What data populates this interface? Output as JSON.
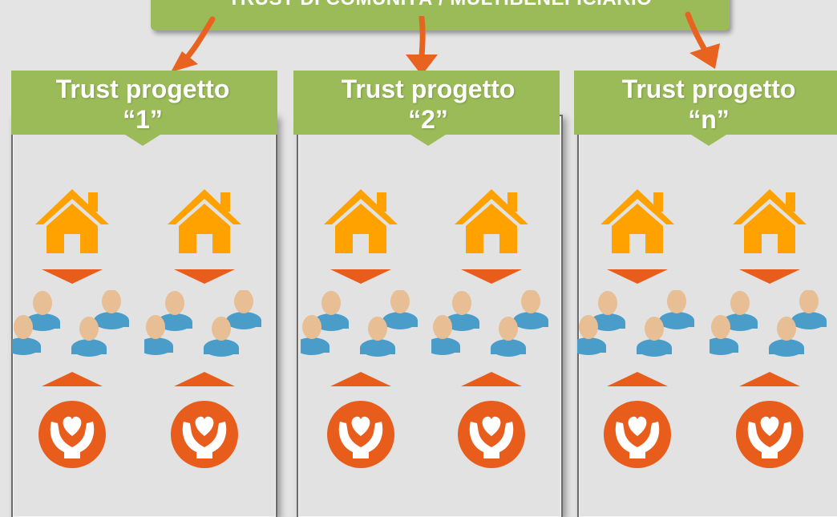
{
  "header": {
    "title": "TRUST DI COMUNITÀ / MULTIBENEFICIARIO"
  },
  "trusts": [
    {
      "title": "Trust progetto",
      "number": "“1”"
    },
    {
      "title": "Trust progetto",
      "number": "“2”"
    },
    {
      "title": "Trust progetto",
      "number": "“n”"
    }
  ],
  "icons": {
    "house": "house-icon",
    "people": "people-group-icon",
    "care": "caring-hands-heart-icon",
    "down": "triangle-down-icon",
    "up": "triangle-up-icon"
  },
  "colors": {
    "green": "#9bbb59",
    "orange": "#ffa200",
    "dark_orange": "#e85d1c",
    "blue": "#4a9cc9",
    "skin": "#e8bf94"
  }
}
